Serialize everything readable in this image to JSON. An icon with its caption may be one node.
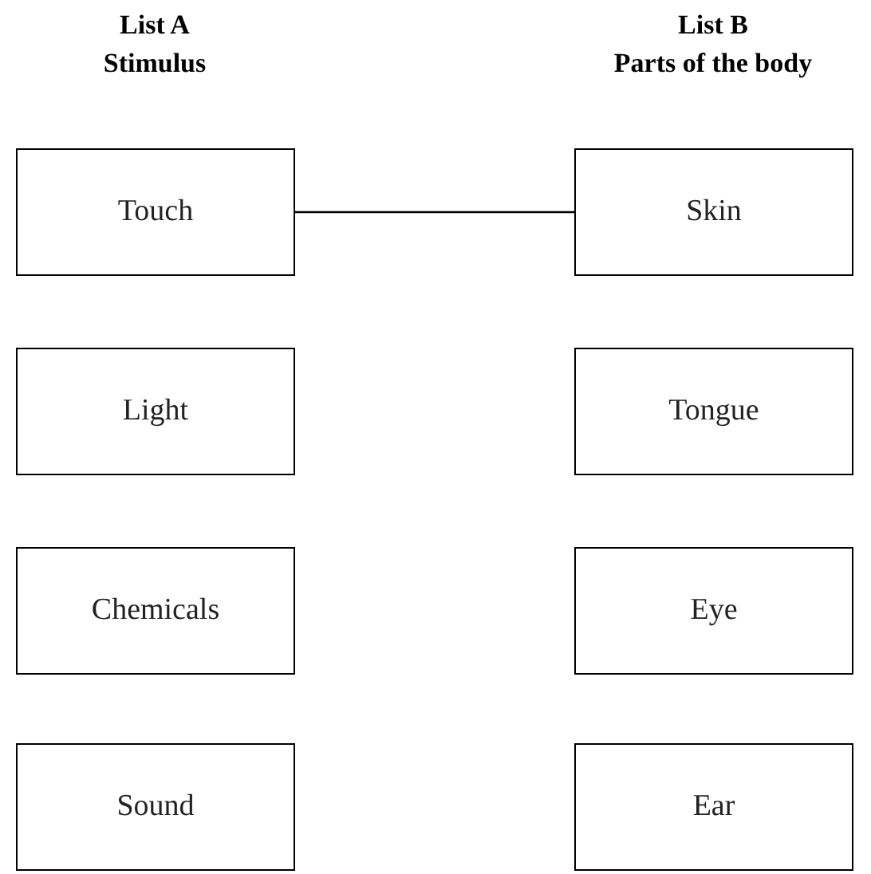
{
  "diagram": {
    "nodes": [
      {
        "text": [
          "Touch"
        ]
      },
      {
        "text": [
          "Skin"
        ]
      },
      {
        "text": [
          "Light"
        ]
      },
      {
        "text": [
          "Tongue"
        ]
      },
      {
        "text": [
          "Chemicals"
        ]
      },
      {
        "text": [
          "Eye"
        ]
      },
      {
        "text": [
          "Sound"
        ]
      },
      {
        "text": [
          "Ear"
        ]
      }
    ],
    "edges": [
      {
        "from": 0,
        "to": 1,
        "arrow": "none"
      }
    ],
    "labels": [
      "List A",
      "List B",
      "Stimulus",
      "Parts of the body"
    ]
  }
}
